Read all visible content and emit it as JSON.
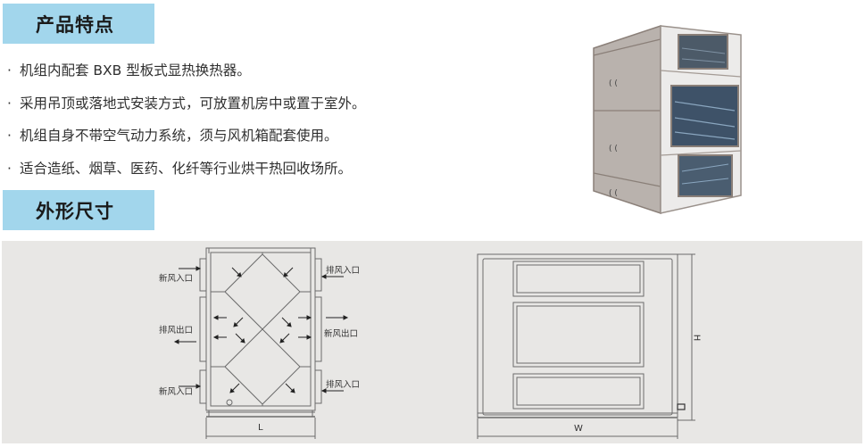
{
  "sections": {
    "features_title": "产品特点",
    "dimensions_title": "外形尺寸"
  },
  "features": [
    "机组内配套 BXB 型板式显热换热器。",
    "采用吊顶或落地式安装方式，可放置机房中或置于室外。",
    "机组自身不带空气动力系统，须与风机箱配套使用。",
    "适合造纸、烟草、医药、化纤等行业烘干热回收场所。"
  ],
  "bullet": "·",
  "photo": {
    "alt": "product-photo-heat-recovery-unit"
  },
  "side_view": {
    "labels_left": [
      "新风入口",
      "排风出口",
      "新风入口"
    ],
    "labels_right": [
      "排风入口",
      "新风出口",
      "排风入口"
    ],
    "dimension": "L"
  },
  "front_view": {
    "dimension_width": "W",
    "dimension_height": "H"
  },
  "colors": {
    "header_bg": "#a2d6ec",
    "panel_bg": "#e8e7e5",
    "line": "#6b6b6b"
  }
}
